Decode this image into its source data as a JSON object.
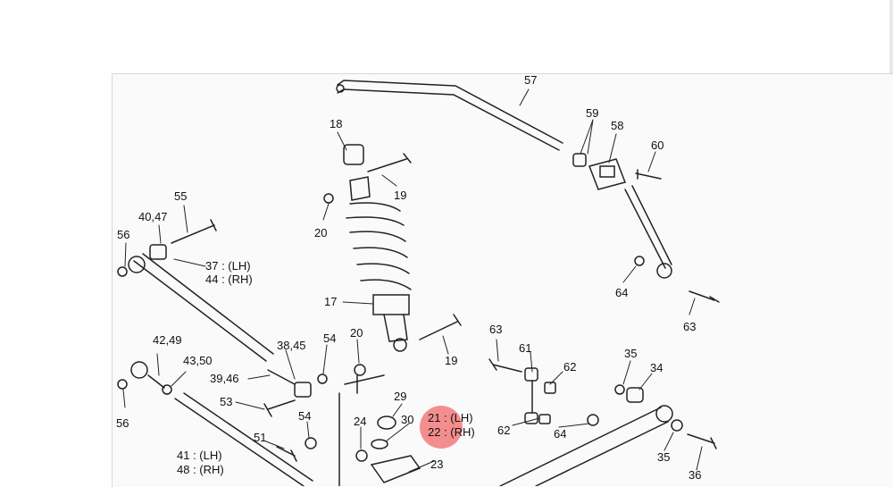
{
  "labels": {
    "p57": "57",
    "p59": "59",
    "p58": "58",
    "p60": "60",
    "p18": "18",
    "p19a": "19",
    "p20a": "20",
    "p55": "55",
    "p4047": "40,47",
    "p56a": "56",
    "p37": "37 : (LH)",
    "p44": "44 : (RH)",
    "p64a": "64",
    "p63a": "63",
    "p17": "17",
    "p4249": "42,49",
    "p3845": "38,45",
    "p54a": "54",
    "p20b": "20",
    "p19b": "19",
    "p63b": "63",
    "p61": "61",
    "p62a": "62",
    "p35a": "35",
    "p34": "34",
    "p4350": "43,50",
    "p3946": "39,46",
    "p56b": "56",
    "p53": "53",
    "p29": "29",
    "p21": "21 : (LH)",
    "p22": "22 : (RH)",
    "p30": "30",
    "p24": "24",
    "p54b": "54",
    "p51": "51",
    "p62b": "62",
    "p64b": "64",
    "p41": "41 : (LH)",
    "p48": "48 : (RH)",
    "p23": "23",
    "p35b": "35",
    "p36": "36"
  },
  "colors": {
    "highlight": "#f26a6a",
    "line": "#222222",
    "background": "#fafafa"
  }
}
